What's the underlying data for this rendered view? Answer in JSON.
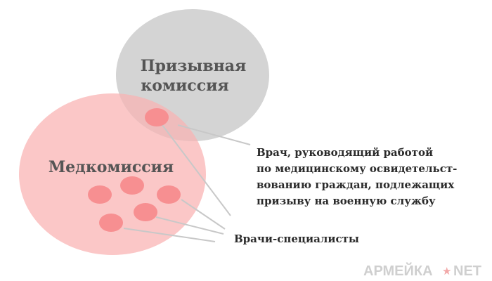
{
  "diagram": {
    "commission_label_line1": "Призывная",
    "commission_label_line2": "комиссия",
    "medcommission_label": "Медкомиссия",
    "lead_doctor_line1": "Врач, руководящий работой",
    "lead_doctor_line2": "по медицинскому освидетельст-",
    "lead_doctor_line3": "вованию граждан, подлежащих",
    "lead_doctor_line4": "призыву на военную службу",
    "specialists_label": "Врачи-специалисты"
  },
  "watermark": {
    "text_left": "АРМЕЙКА",
    "star": "★",
    "text_right": "NET"
  },
  "colors": {
    "commission_fill": "#d4d4d4",
    "medcommission_fill": "#fbc7c7",
    "overlap_fill": "#f1c1c1",
    "doctor_dot": "#f78f91",
    "connector_line": "#c8c8c8",
    "watermark_star": "#f2a8a8"
  }
}
